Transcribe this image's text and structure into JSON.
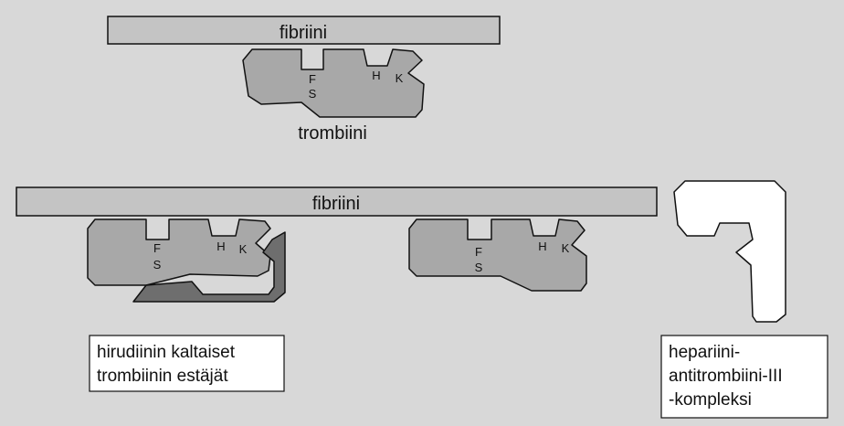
{
  "top_panel": {
    "fibrin_label": "fibriini",
    "thrombin_label": "trombiini",
    "site_f": "F",
    "site_s": "S",
    "site_h": "H",
    "site_k": "K"
  },
  "bottom_panel": {
    "fibrin_label": "fibriini",
    "left_thrombin": {
      "site_f": "F",
      "site_s": "S",
      "site_h": "H",
      "site_k": "K"
    },
    "middle_thrombin": {
      "site_f": "F",
      "site_s": "S",
      "site_h": "H",
      "site_k": "K"
    }
  },
  "captions": {
    "hirudin_line1": "hirudiinin kaltaiset",
    "hirudin_line2": "trombiinin estäjät",
    "heparin_line1": "hepariini-",
    "heparin_line2": "antitrombiini-III",
    "heparin_line3": "-kompleksi"
  },
  "colors": {
    "background": "#d8d8d8",
    "fibrin_bar": "#c4c4c4",
    "thrombin": "#a8a8a8",
    "inhibitor": "#6e6e6e",
    "complex": "#ffffff",
    "outline": "#111111"
  }
}
